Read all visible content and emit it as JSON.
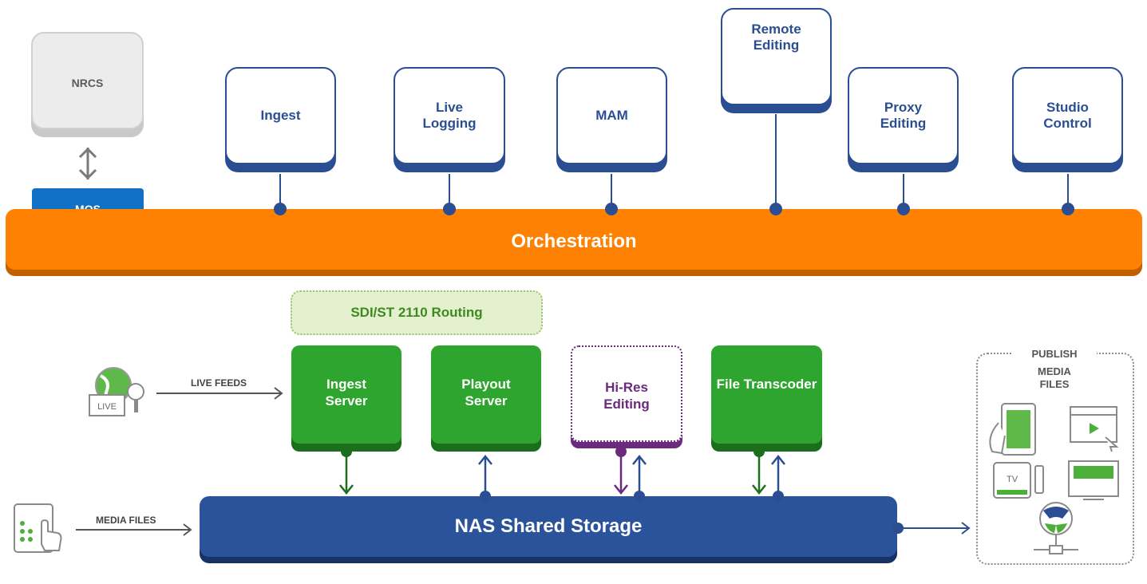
{
  "nrcs": {
    "label": "NRCS"
  },
  "mos": {
    "label": "MOS"
  },
  "apps": [
    {
      "l1": "Ingest",
      "l2": ""
    },
    {
      "l1": "Live",
      "l2": "Logging"
    },
    {
      "l1": "MAM",
      "l2": ""
    },
    {
      "l1": "Remote",
      "l2": "Editing"
    },
    {
      "l1": "Proxy",
      "l2": "Editing"
    },
    {
      "l1": "Studio",
      "l2": "Control"
    }
  ],
  "orchestration": {
    "label": "Orchestration"
  },
  "routing": {
    "label": "SDI/ST 2110 Routing"
  },
  "servers": {
    "ingest": {
      "l1": "Ingest",
      "l2": "Server"
    },
    "playout": {
      "l1": "Playout",
      "l2": "Server"
    },
    "hires": {
      "l1": "Hi-Res",
      "l2": "Editing"
    },
    "transcoder": {
      "l1": "File Transcoder"
    }
  },
  "nas": {
    "label": "NAS Shared Storage"
  },
  "inputs": {
    "live_feeds": "LIVE FEEDS",
    "media_files": "MEDIA FILES",
    "live_icon_text": "LIVE"
  },
  "publish": {
    "l1": "PUBLISH",
    "l2": "MEDIA",
    "l3": "FILES",
    "tv_text": "TV"
  },
  "colors": {
    "navy": "#2b4e92",
    "orange": "#ff8102",
    "green": "#2ea52e",
    "purple": "#6b2a7e",
    "mos_blue": "#0f70c4"
  }
}
